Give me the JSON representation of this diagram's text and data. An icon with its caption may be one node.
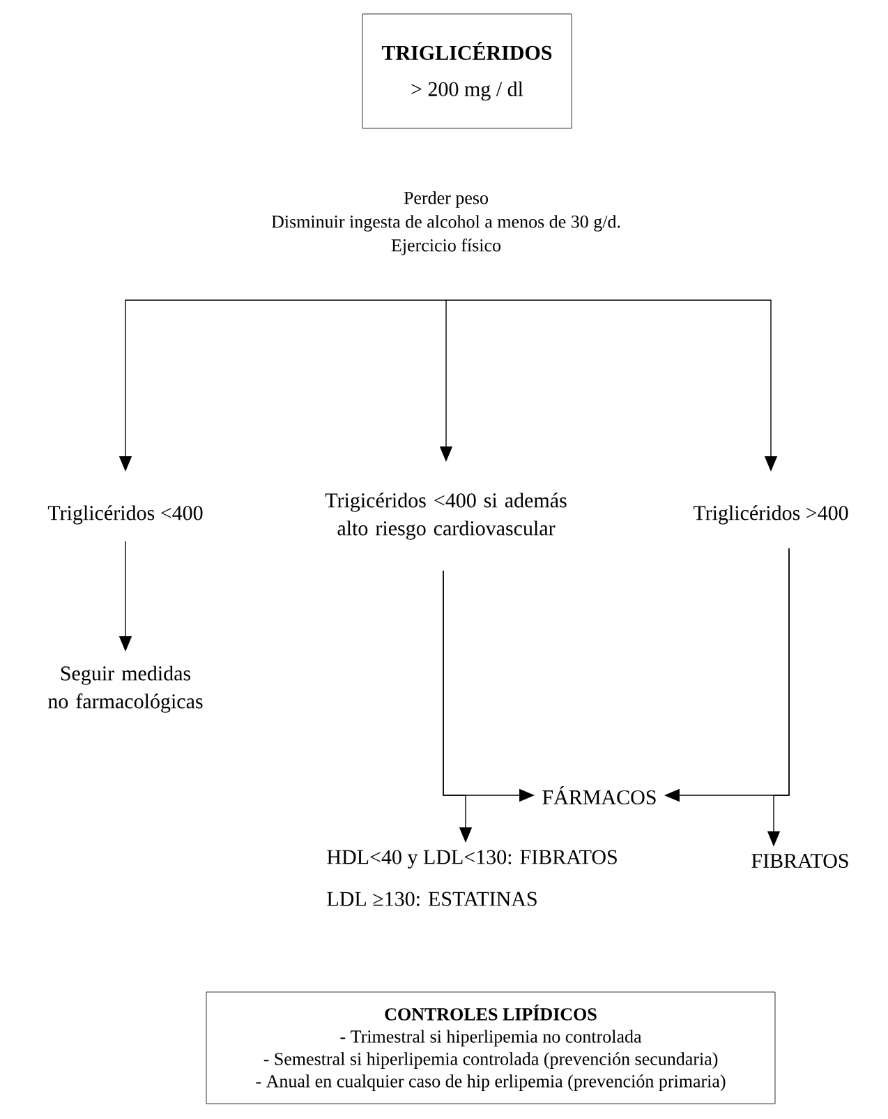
{
  "diagram": {
    "nodes": [
      {
        "text": [
          "TRIGLICÉRIDOS",
          "> 200 mg / dl"
        ]
      },
      {
        "text": [
          "Perder peso",
          "Disminuir ingesta de alcohol a menos de 30 g/d.",
          "Ejercicio físico"
        ]
      },
      {
        "text": [
          "Triglicéridos <400"
        ]
      },
      {
        "text": [
          "Trigicéridos <400 si además alto riesgo cardiovascular"
        ]
      },
      {
        "text": [
          "Triglicéridos >400"
        ]
      },
      {
        "text": [
          "Seguir medidas no farmacológicas"
        ]
      },
      {
        "text": [
          "FÁRMACOS"
        ]
      },
      {
        "text": [
          "HDL<40 y LDL<130: FIBRATOS",
          "LDL ≥130: ESTATINAS"
        ]
      },
      {
        "text": [
          "FIBRATOS"
        ]
      },
      {
        "text": [
          "CONTROLES LIPÍDICOS",
          "- Trimestral si hiperlipemia no controlada",
          "- Semestral si hiperlipemia controlada (prevención secundaria)",
          "- Anual en cualquier caso de hip erlipemia (prevención primaria)"
        ]
      }
    ],
    "edges": [
      {
        "from": 1,
        "to": 2,
        "arrow": "to"
      },
      {
        "from": 1,
        "to": 3,
        "arrow": "to"
      },
      {
        "from": 1,
        "to": 4,
        "arrow": "to"
      },
      {
        "from": 2,
        "to": 5,
        "arrow": "to"
      },
      {
        "from": 3,
        "to": 6,
        "arrow": "to"
      },
      {
        "from": 4,
        "to": 6,
        "arrow": "to"
      },
      {
        "from": 3,
        "to": 7,
        "arrow": "to"
      },
      {
        "from": 4,
        "to": 8,
        "arrow": "to"
      }
    ]
  }
}
